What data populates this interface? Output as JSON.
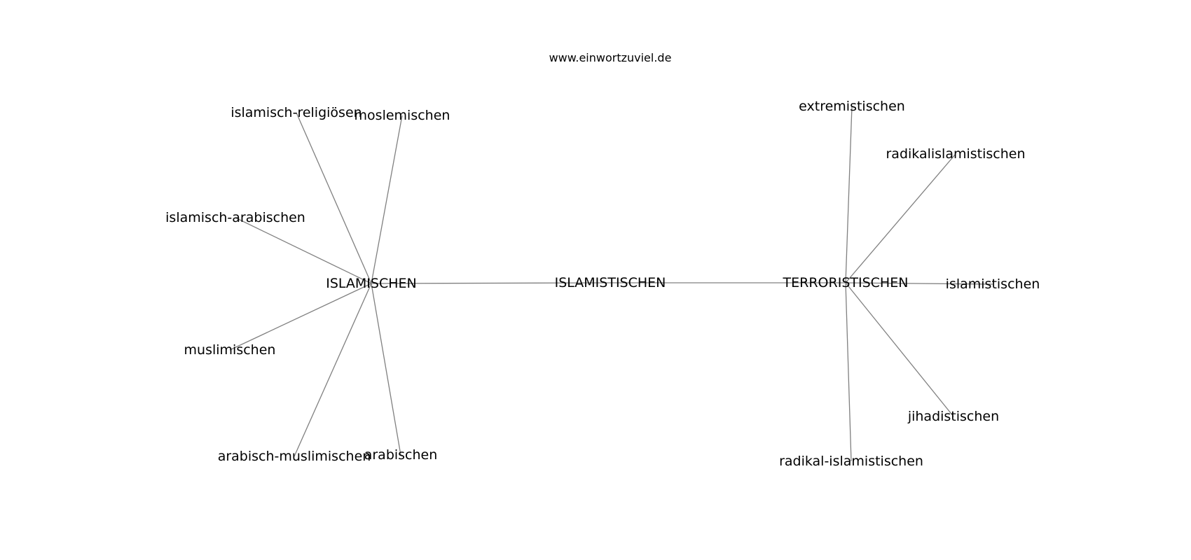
{
  "header": {
    "site": "www.einwortzuviel.de"
  },
  "nodes": {
    "islamischen": "ISLAMISCHEN",
    "islamistischen_center": "ISLAMISTISCHEN",
    "terroristischen": "TERRORISTISCHEN",
    "islamisch_religioesen": "islamisch-religiösen",
    "moslemischen": "moslemischen",
    "islamisch_arabischen": "islamisch-arabischen",
    "muslimischen": "muslimischen",
    "arabisch_muslimischen": "arabisch-muslimischen",
    "arabischen": "arabischen",
    "extremistischen": "extremistischen",
    "radikalislamistischen": "radikalislamistischen",
    "islamistischen": "islamistischen",
    "jihadistischen": "jihadistischen",
    "radikal_islamistischen": "radikal-islamistischen"
  },
  "edges": [
    [
      "islamischen",
      "islamistischen_center"
    ],
    [
      "islamistischen_center",
      "terroristischen"
    ],
    [
      "islamischen",
      "islamisch_religioesen"
    ],
    [
      "islamischen",
      "moslemischen"
    ],
    [
      "islamischen",
      "islamisch_arabischen"
    ],
    [
      "islamischen",
      "muslimischen"
    ],
    [
      "islamischen",
      "arabisch_muslimischen"
    ],
    [
      "islamischen",
      "arabischen"
    ],
    [
      "terroristischen",
      "extremistischen"
    ],
    [
      "terroristischen",
      "radikalislamistischen"
    ],
    [
      "terroristischen",
      "islamistischen"
    ],
    [
      "terroristischen",
      "jihadistischen"
    ],
    [
      "terroristischen",
      "radikal_islamistischen"
    ]
  ]
}
